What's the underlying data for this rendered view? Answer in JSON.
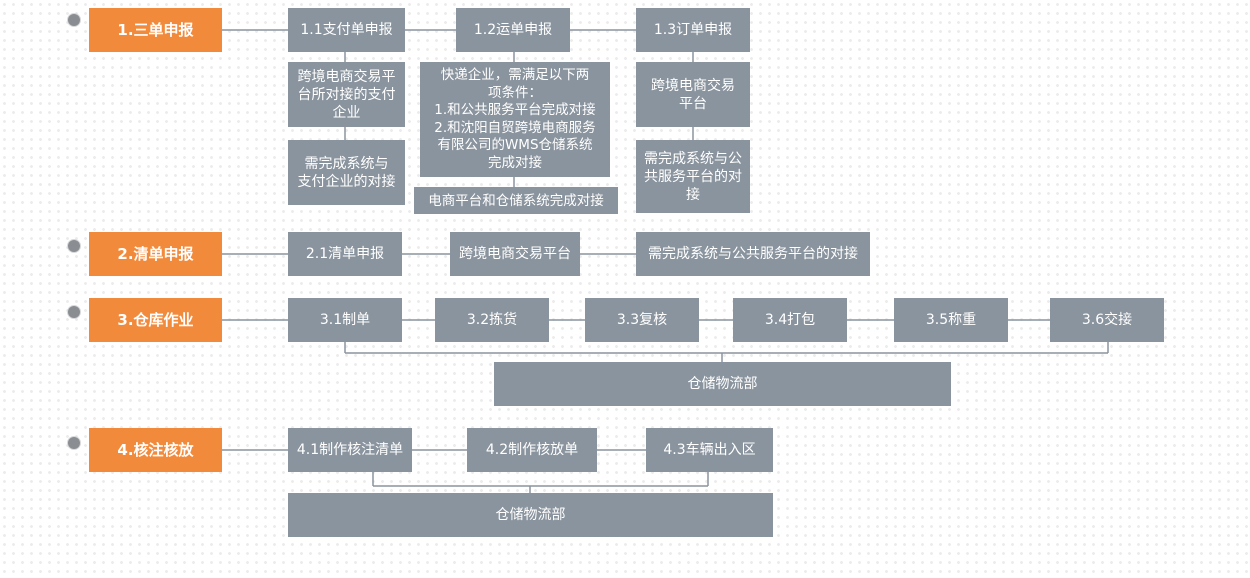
{
  "stages": {
    "s1": "1.三单申报",
    "s2": "2.清单申报",
    "s3": "3.仓库作业",
    "s4": "4.核注核放"
  },
  "sec1": {
    "payment_title": "1.1支付单申报",
    "payment_desc": "跨境电商交易平\n台所对接的支付\n企业",
    "payment_req": "需完成系统与\n支付企业的对接",
    "waybill_title": "1.2运单申报",
    "waybill_desc": "快递企业，需满足以下两\n项条件：\n1.和公共服务平台完成对接\n2.和沈阳自贸跨境电商服务\n有限公司的WMS仓储系统\n完成对接",
    "waybill_req": "电商平台和仓储系统完成对接",
    "order_title": "1.3订单申报",
    "order_desc": "跨境电商交易\n平台",
    "order_req": "需完成系统与公\n共服务平台的对\n接"
  },
  "sec2": {
    "title": "2.1清单申报",
    "platform": "跨境电商交易平台",
    "req": "需完成系统与公共服务平台的对接"
  },
  "sec3": {
    "steps": [
      "3.1制单",
      "3.2拣货",
      "3.3复核",
      "3.4打包",
      "3.5称重",
      "3.6交接"
    ],
    "dept": "仓储物流部"
  },
  "sec4": {
    "steps": [
      "4.1制作核注清单",
      "4.2制作核放单",
      "4.3车辆出入区"
    ],
    "dept": "仓储物流部"
  }
}
